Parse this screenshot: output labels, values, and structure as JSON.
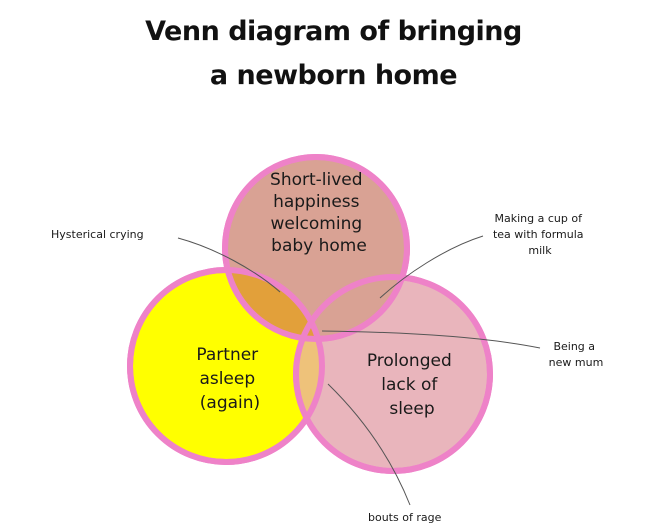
{
  "title": {
    "line1": "Venn diagram of bringing",
    "line2": "a newborn home"
  },
  "circles": {
    "top": {
      "lines": [
        "Short-lived",
        "happiness",
        "welcoming",
        "baby home"
      ],
      "fill": "#d9a294",
      "stroke": "#ee82c8"
    },
    "left": {
      "lines": [
        "Partner",
        "asleep",
        "(again)"
      ],
      "fill": "#ffff00",
      "stroke": "#ee82c8"
    },
    "right": {
      "lines": [
        "Prolonged",
        "lack of",
        "sleep"
      ],
      "fill": "#e9b5bc",
      "stroke": "#ee82c8"
    }
  },
  "overlap_colors": {
    "top_left": "#e2a03a",
    "left_right": "#eec27a",
    "center": "#e39b3d"
  },
  "callouts": {
    "hysterical": {
      "lines": [
        "Hysterical crying"
      ]
    },
    "tea": {
      "lines": [
        "Making a cup of",
        "tea with formula",
        "milk"
      ]
    },
    "mum": {
      "lines": [
        "Being a",
        "new mum"
      ]
    },
    "rage": {
      "lines": [
        "bouts of rage"
      ]
    }
  }
}
